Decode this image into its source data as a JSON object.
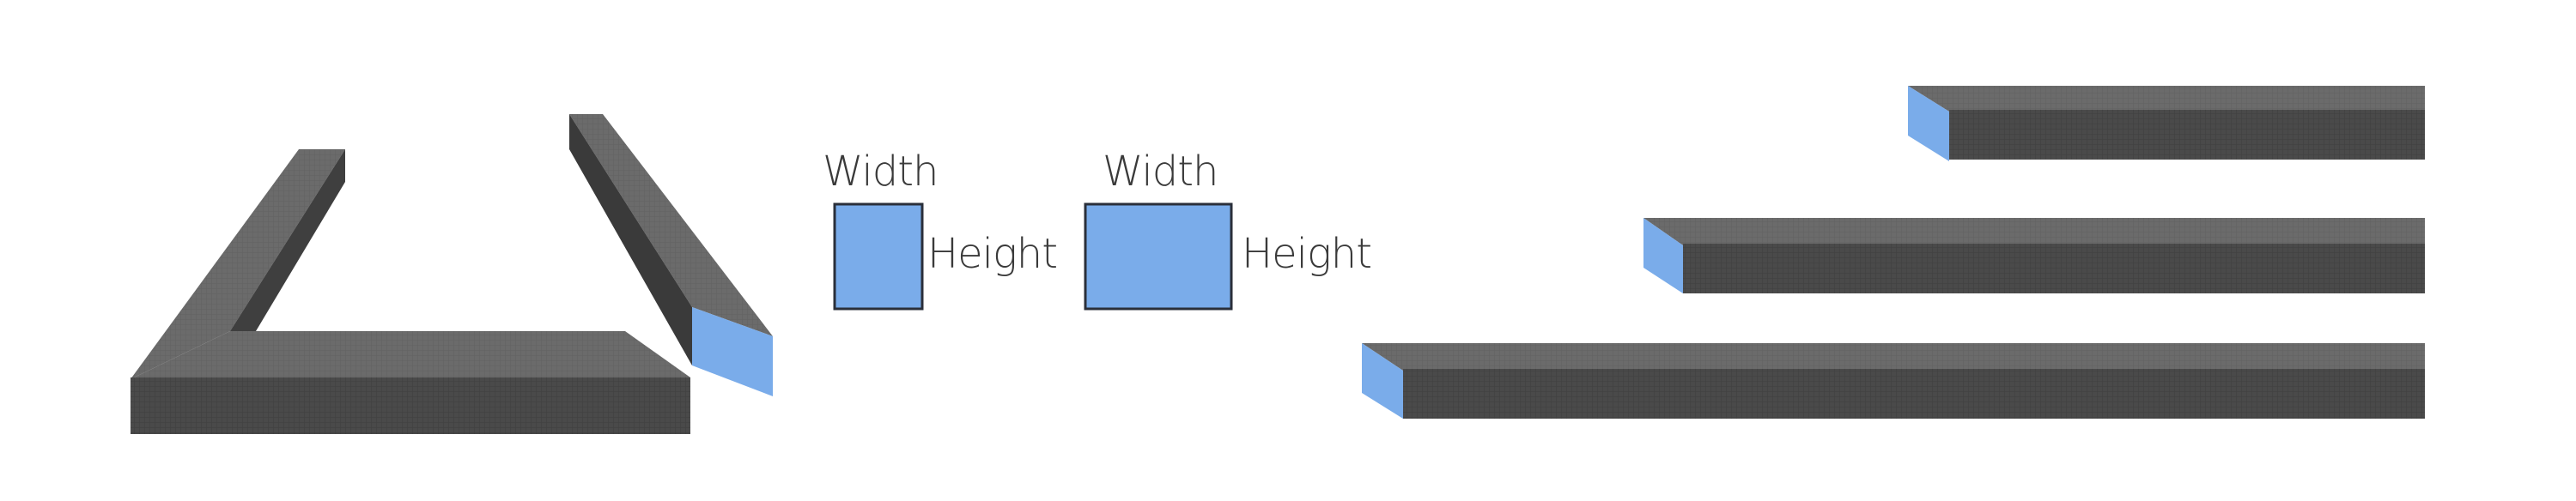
{
  "colors": {
    "beam_top": "#6b6b6b",
    "beam_front": "#4a4a4a",
    "beam_side": "#3d3d3d",
    "cross_section": "#7aacea",
    "outline": "#2a2f3a",
    "label": "#3a3a3a"
  },
  "icons": [
    "mesh-beam-frame",
    "cross-section-square",
    "cross-section-rectangle",
    "beam-short",
    "beam-medium",
    "beam-long"
  ],
  "sections": [
    {
      "width_label": "Width",
      "height_label": "Height"
    },
    {
      "width_label": "Width",
      "height_label": "Height"
    }
  ]
}
